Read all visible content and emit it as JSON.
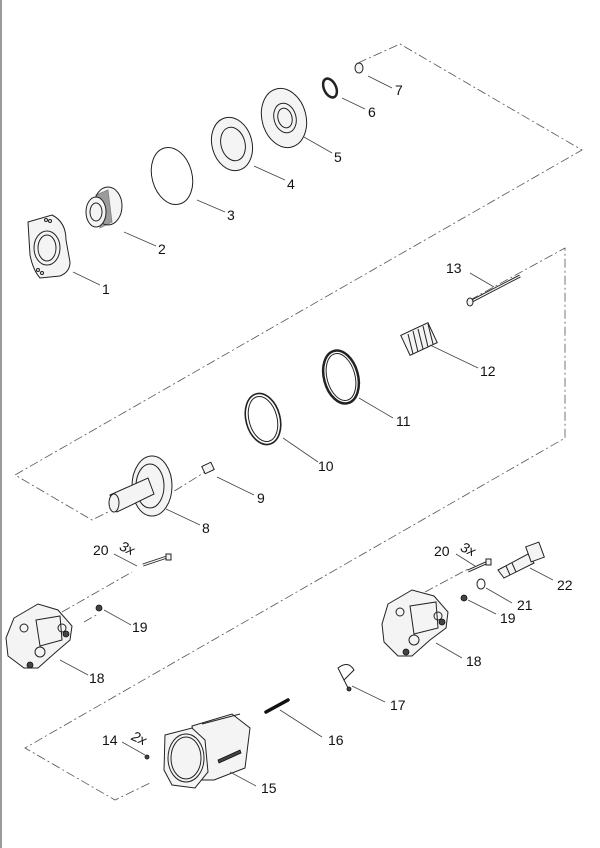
{
  "diagram": {
    "callouts": [
      {
        "id": "1",
        "label": "1"
      },
      {
        "id": "2",
        "label": "2"
      },
      {
        "id": "3",
        "label": "3"
      },
      {
        "id": "4",
        "label": "4"
      },
      {
        "id": "5",
        "label": "5"
      },
      {
        "id": "6",
        "label": "6"
      },
      {
        "id": "7",
        "label": "7"
      },
      {
        "id": "8",
        "label": "8"
      },
      {
        "id": "9",
        "label": "9"
      },
      {
        "id": "10",
        "label": "10"
      },
      {
        "id": "11",
        "label": "11"
      },
      {
        "id": "12",
        "label": "12"
      },
      {
        "id": "13",
        "label": "13"
      },
      {
        "id": "14",
        "label": "14"
      },
      {
        "id": "15",
        "label": "15"
      },
      {
        "id": "16",
        "label": "16"
      },
      {
        "id": "17",
        "label": "17"
      },
      {
        "id": "18L",
        "label": "18"
      },
      {
        "id": "19L",
        "label": "19"
      },
      {
        "id": "20L",
        "label": "20"
      },
      {
        "id": "18R",
        "label": "18"
      },
      {
        "id": "19R",
        "label": "19"
      },
      {
        "id": "20R",
        "label": "20"
      },
      {
        "id": "21",
        "label": "21"
      },
      {
        "id": "22",
        "label": "22"
      }
    ],
    "quantities": {
      "q20L": "3x",
      "q20R": "3x",
      "q14": "2x"
    }
  }
}
